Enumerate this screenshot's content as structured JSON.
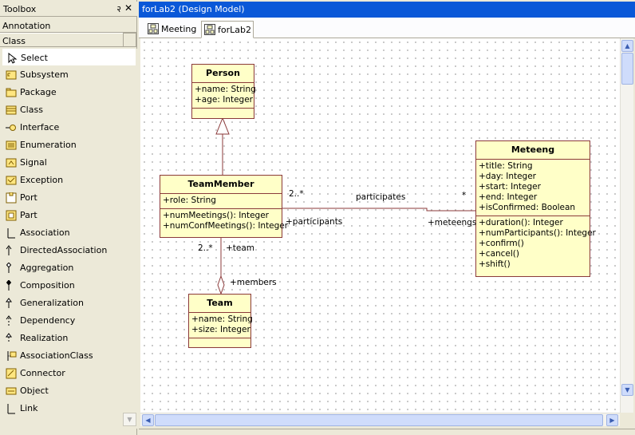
{
  "toolbox": {
    "title": "Toolbox",
    "pin_glyph": "२",
    "close_glyph": "✕",
    "sections": {
      "annotation": "Annotation",
      "class": "Class"
    },
    "items": [
      {
        "label": "Select",
        "icon": "pointer-icon"
      },
      {
        "label": "Subsystem",
        "icon": "subsystem-icon"
      },
      {
        "label": "Package",
        "icon": "package-icon"
      },
      {
        "label": "Class",
        "icon": "class-icon"
      },
      {
        "label": "Interface",
        "icon": "interface-icon"
      },
      {
        "label": "Enumeration",
        "icon": "enumeration-icon"
      },
      {
        "label": "Signal",
        "icon": "signal-icon"
      },
      {
        "label": "Exception",
        "icon": "exception-icon"
      },
      {
        "label": "Port",
        "icon": "port-icon"
      },
      {
        "label": "Part",
        "icon": "part-icon"
      },
      {
        "label": "Association",
        "icon": "association-icon"
      },
      {
        "label": "DirectedAssociation",
        "icon": "directed-association-icon"
      },
      {
        "label": "Aggregation",
        "icon": "aggregation-icon"
      },
      {
        "label": "Composition",
        "icon": "composition-icon"
      },
      {
        "label": "Generalization",
        "icon": "generalization-icon"
      },
      {
        "label": "Dependency",
        "icon": "dependency-icon"
      },
      {
        "label": "Realization",
        "icon": "realization-icon"
      },
      {
        "label": "AssociationClass",
        "icon": "association-class-icon"
      },
      {
        "label": "Connector",
        "icon": "connector-icon"
      },
      {
        "label": "Object",
        "icon": "object-icon"
      },
      {
        "label": "Link",
        "icon": "link-icon"
      }
    ]
  },
  "editor": {
    "title": "forLab2 (Design Model)",
    "tabs": [
      {
        "label": "Meeting",
        "icon": "diagram-icon"
      },
      {
        "label": "forLab2",
        "icon": "diagram-icon"
      }
    ]
  },
  "diagram": {
    "classes": {
      "person": {
        "name": "Person",
        "attributes": [
          "+name: String",
          "+age: Integer"
        ],
        "operations": []
      },
      "teammember": {
        "name": "TeamMember",
        "attributes": [
          "+role: String"
        ],
        "operations": [
          "+numMeetings(): Integer",
          "+numConfMeetings(): Integer"
        ]
      },
      "team": {
        "name": "Team",
        "attributes": [
          "+name: String",
          "+size: Integer"
        ],
        "operations": []
      },
      "meeting": {
        "name": "Meteeng",
        "attributes": [
          "+title: String",
          "+day: Integer",
          "+start: Integer",
          "+end: Integer",
          "+isConfirmed: Boolean"
        ],
        "operations": [
          "+duration(): Integer",
          "+numParticipants(): Integer",
          "+confirm()",
          "+cancel()",
          "+shift()"
        ]
      }
    },
    "labels": {
      "assoc_name": "participates",
      "tm_mult": "2..*",
      "tm_role": "+participants",
      "mt_mult": "*",
      "mt_role": "+meteengs",
      "team_mult": "2..*",
      "team_role": "+team",
      "members_role": "+members"
    },
    "line_color": "#8b3a3a",
    "class_fill": "#ffffc8"
  }
}
